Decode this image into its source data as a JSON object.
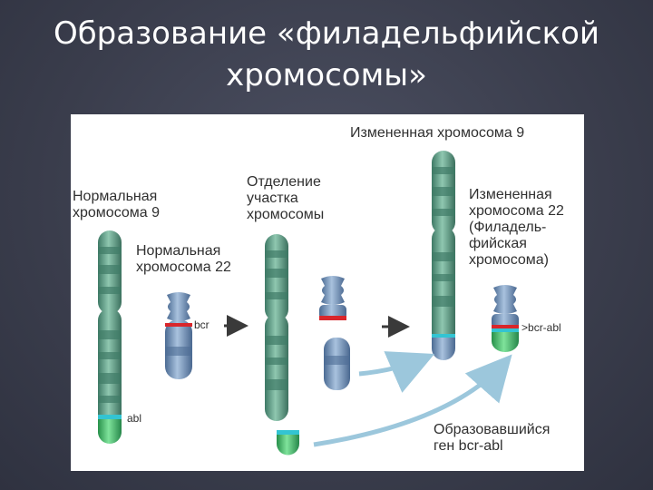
{
  "slide": {
    "title_line1": "Образование «филадельфийской",
    "title_line2": "хромосомы»"
  },
  "diagram": {
    "normal_chr9": [
      "Нормальная",
      "хромосома 9"
    ],
    "normal_chr22": [
      "Нормальная",
      "хромосома 22"
    ],
    "separation": [
      "Отделение",
      "участка",
      "хромосомы"
    ],
    "changed_chr9": "Измененная хромосома 9",
    "changed_chr22": [
      "Измененная",
      "хромосома 22",
      "(Филадель-",
      "фийская",
      "хромосома)"
    ],
    "abl_label": "abl",
    "bcr_label": "bcr",
    "bcr_abl_label": "bcr-abl",
    "formed_gene": [
      "Образовавшийся",
      "ген bcr-abl"
    ],
    "colors": {
      "chr9_base": "#5e9e86",
      "chr9_band": "#3f7a66",
      "chr22_base": "#6f8fb4",
      "chr22_band": "#4d6d94",
      "bcr_red": "#d9262b",
      "abl_cyan": "#33c4d2",
      "abl_green": "#3cb85a",
      "arrow_dark": "#3a3a3a",
      "arrow_light": "#9cc7dc"
    }
  }
}
